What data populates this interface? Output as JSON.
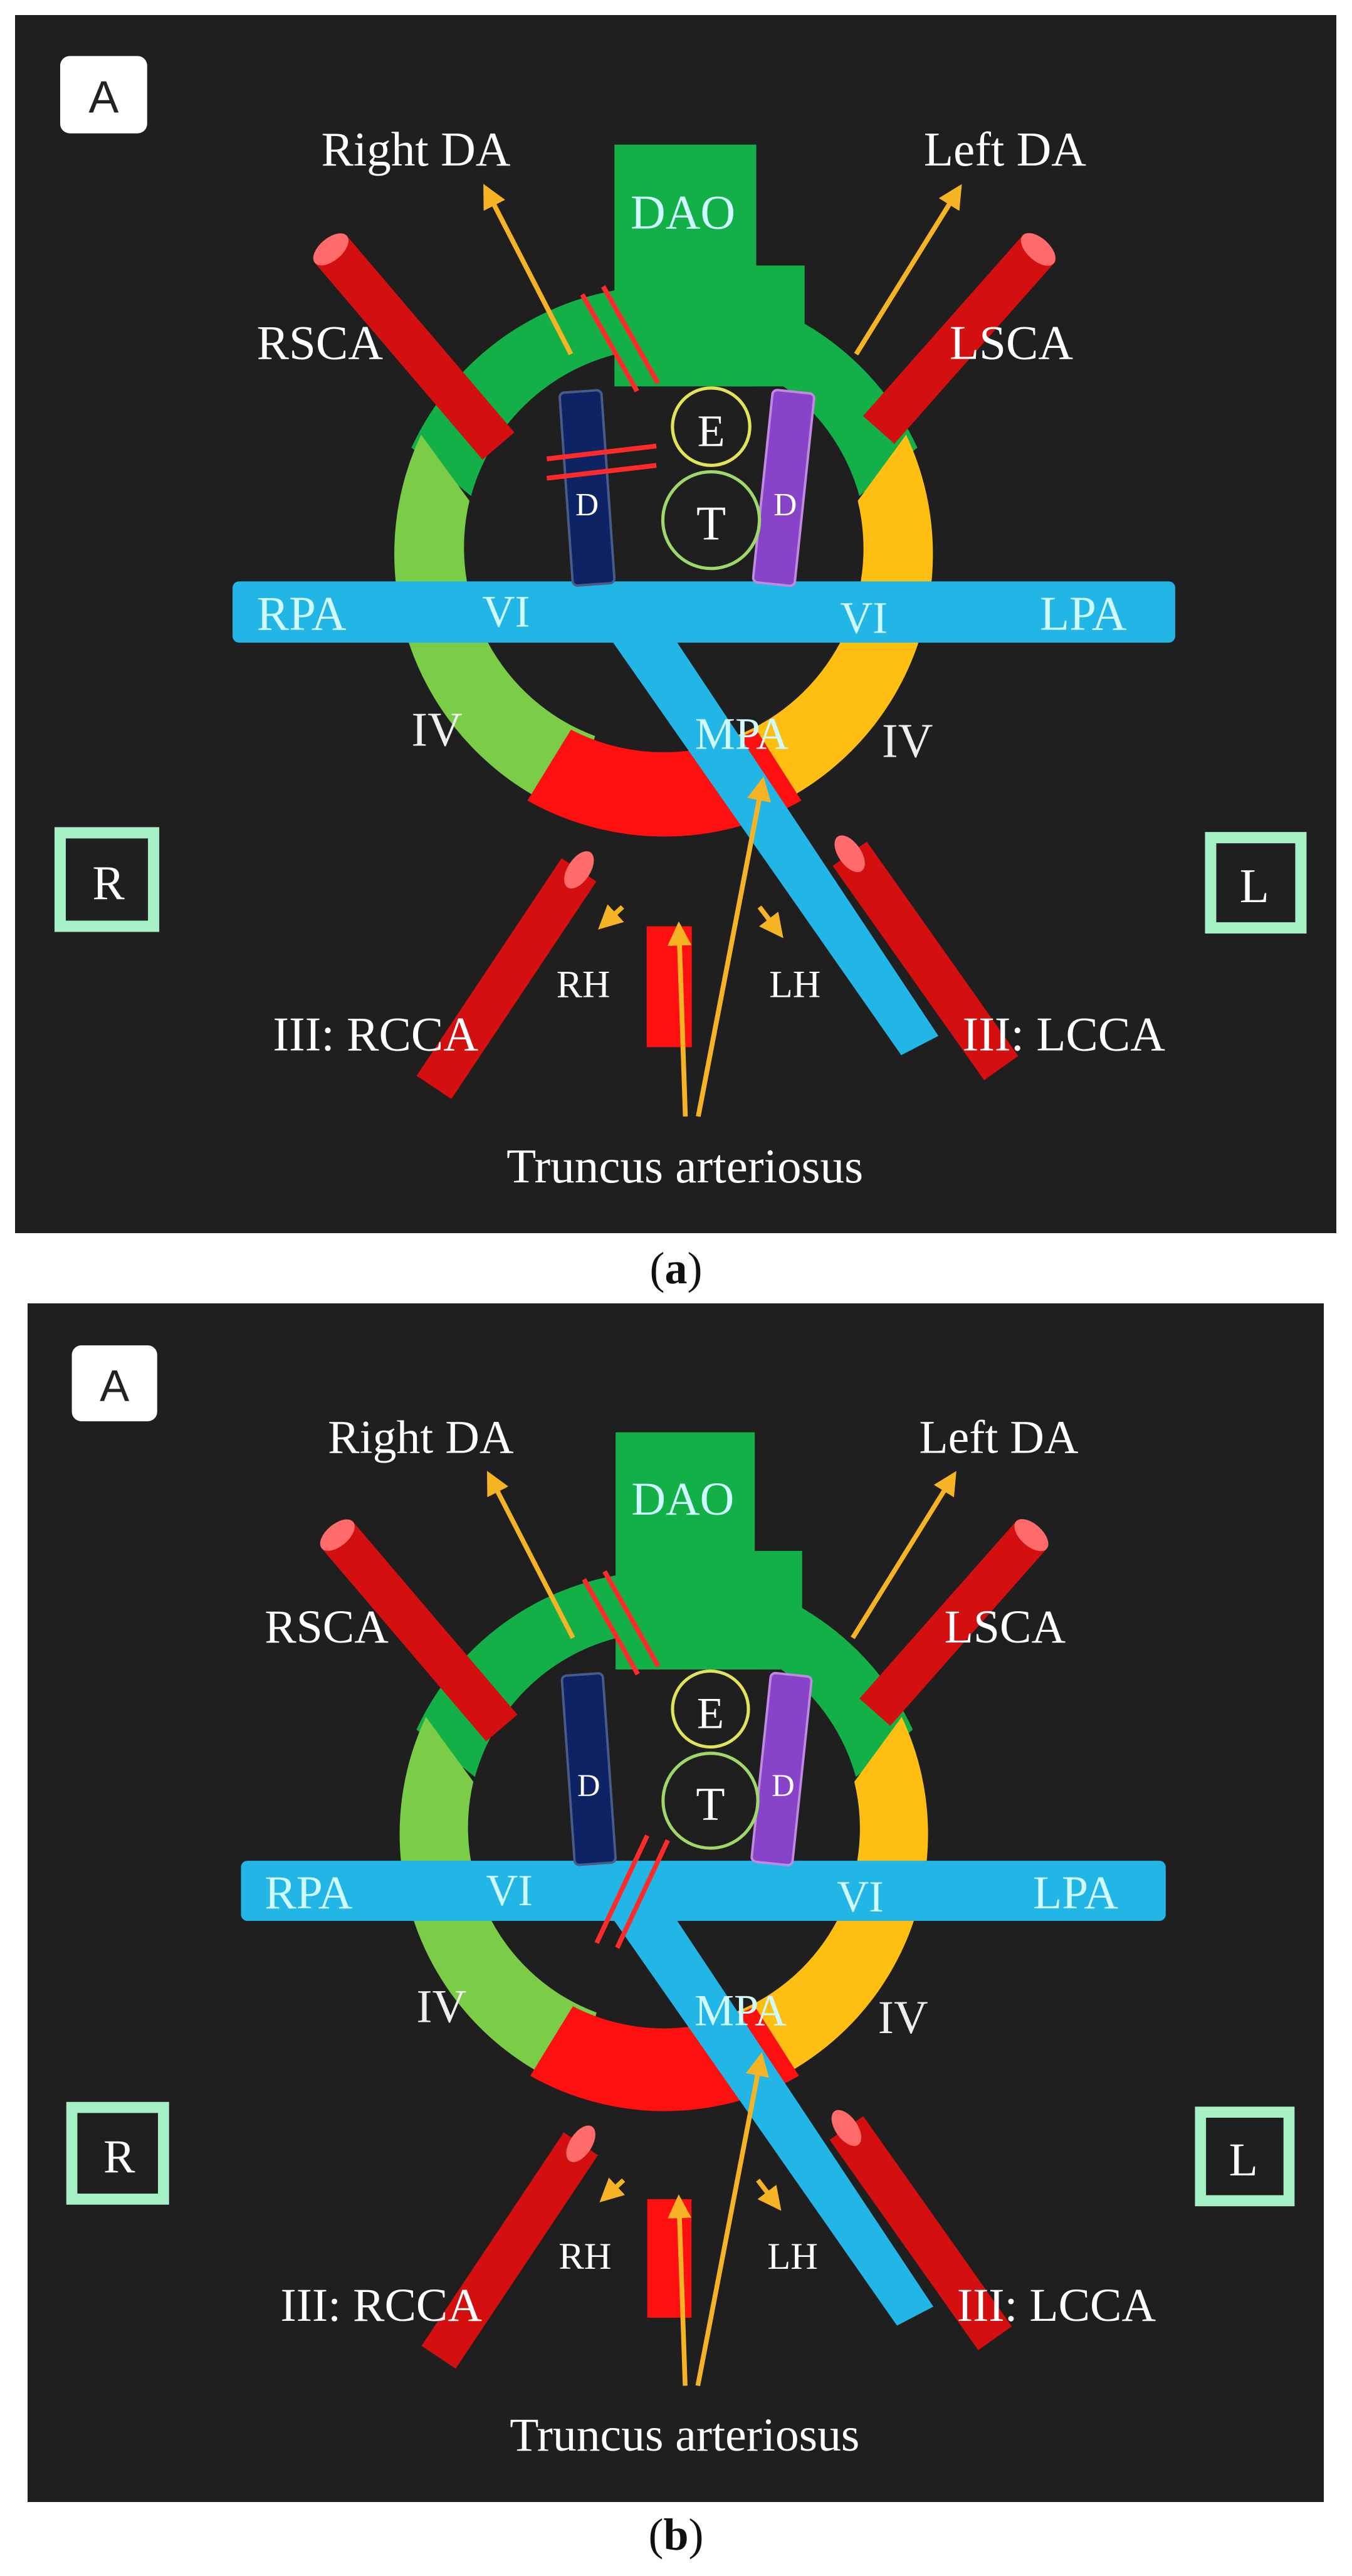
{
  "figure": {
    "panels": [
      {
        "id": "a",
        "caption_open": "(",
        "caption_letter": "a",
        "caption_close": ")",
        "corner_tag": "A",
        "labels": {
          "right_da": "Right DA",
          "left_da": "Left DA",
          "dao": "DAO",
          "rsca": "RSCA",
          "lsca": "LSCA",
          "e": "E",
          "t": "T",
          "d_left": "D",
          "d_right": "D",
          "rpa": "RPA",
          "lpa": "LPA",
          "vi_left": "VI",
          "vi_right": "VI",
          "iv_left": "IV",
          "iv_right": "IV",
          "mpa": "MPA",
          "r": "R",
          "l": "L",
          "rh": "RH",
          "lh": "LH",
          "rcca": "III: RCCA",
          "lcca": "III: LCCA",
          "truncus": "Truncus arteriosus"
        },
        "interruptions": [
          "right-arch-proximal",
          "right-arch-to-esophagus"
        ]
      },
      {
        "id": "b",
        "caption_open": "(",
        "caption_letter": "b",
        "caption_close": ")",
        "corner_tag": "A",
        "labels": {
          "right_da": "Right DA",
          "left_da": "Left DA",
          "dao": "DAO",
          "rsca": "RSCA",
          "lsca": "LSCA",
          "e": "E",
          "t": "T",
          "d_left": "D",
          "d_right": "D",
          "rpa": "RPA",
          "lpa": "LPA",
          "vi_left": "VI",
          "vi_right": "VI",
          "iv_left": "IV",
          "iv_right": "IV",
          "mpa": "MPA",
          "r": "R",
          "l": "L",
          "rh": "RH",
          "lh": "LH",
          "rcca": "III: RCCA",
          "lcca": "III: LCCA",
          "truncus": "Truncus arteriosus"
        },
        "interruptions": [
          "right-arch-proximal",
          "right-sixth-arch"
        ]
      }
    ],
    "colors": {
      "background": "#1f1f1f",
      "dao_green": "#12b047",
      "right_iv_green": "#7bcc46",
      "left_iv_yellow": "#ffbf12",
      "red": "#ff1010",
      "vessel_red": "#d40f0f",
      "pa_blue": "#22b6e6",
      "arrow_yellow": "#f6b424",
      "esophagus_ring": "#e3e35a",
      "trachea_ring": "#9fd86a",
      "d_navy": "#0e2364",
      "d_purple": "#8844c8",
      "frame_green": "#a6f0c6",
      "text_white": "#ffffff",
      "text_cyan": "#cffaff",
      "interruption_red": "#ff2a2a"
    }
  }
}
